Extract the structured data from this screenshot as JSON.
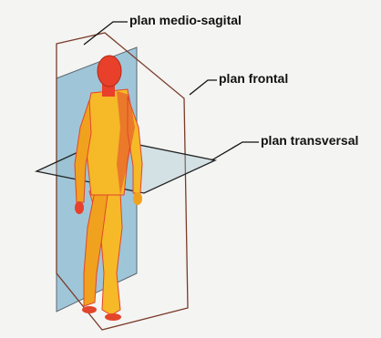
{
  "labels": {
    "sagittal": "plan medio-sagital",
    "frontal": "plan frontal",
    "transversal": "plan transversal"
  },
  "colors": {
    "figure_body": "#f6b928",
    "figure_shadow": "#e2452b",
    "figure_head": "#e8402a",
    "plane_fill": "#9fc6d8",
    "plane_outline": "#7a3b2a",
    "label_text": "#111111",
    "background": "#f4f4f2"
  }
}
